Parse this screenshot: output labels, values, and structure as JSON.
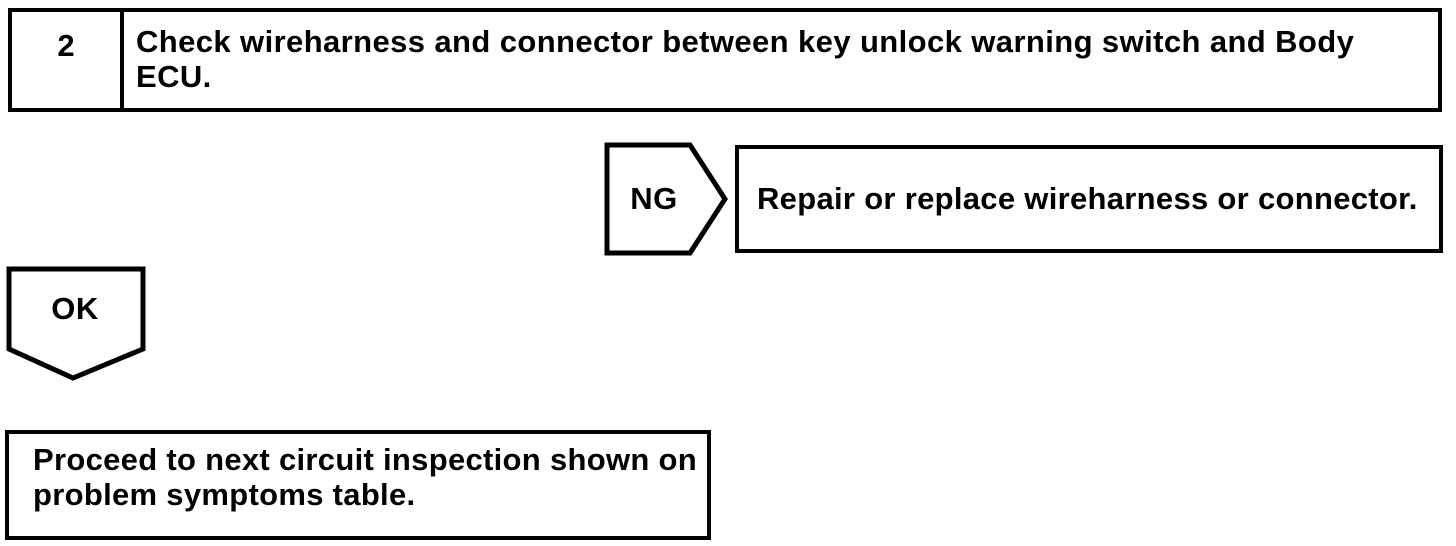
{
  "flowchart": {
    "step": {
      "number": "2",
      "instruction": "Check wireharness and connector between key unlock warning switch and Body ECU."
    },
    "ng": {
      "label": "NG",
      "action": "Repair or replace wireharness or connector."
    },
    "ok": {
      "label": "OK",
      "action": "Proceed to next circuit inspection shown on problem symptoms table."
    },
    "colors": {
      "ink": "#000000",
      "paper": "#ffffff"
    }
  }
}
